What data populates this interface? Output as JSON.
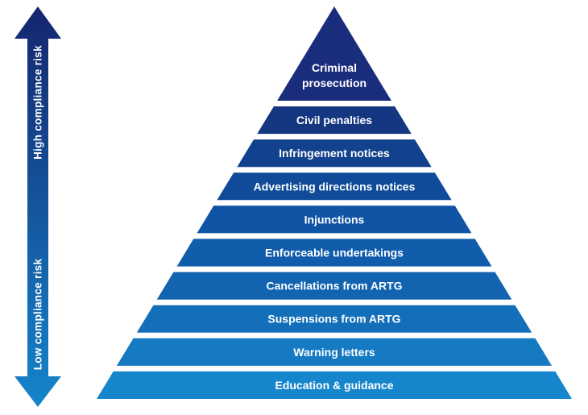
{
  "figure": {
    "background": "#ffffff",
    "label_text_color": "#ffffff"
  },
  "axis_arrow": {
    "top_label": "High compliance risk",
    "bottom_label": "Low compliance risk",
    "gradient_top_color": "#14256E",
    "gradient_bottom_color": "#1585CB"
  },
  "pyramid": {
    "tiers": [
      {
        "label": "Criminal prosecution",
        "lines": [
          "Criminal",
          "prosecution"
        ],
        "color": "#1A2C7C"
      },
      {
        "label": "Civil penalties",
        "color": "#153781"
      },
      {
        "label": "Infringement notices",
        "color": "#12418D"
      },
      {
        "label": "Advertising directions notices",
        "color": "#0F4B99"
      },
      {
        "label": "Injunctions",
        "color": "#1055A5"
      },
      {
        "label": "Enforceable undertakings",
        "color": "#115DAC"
      },
      {
        "label": "Cancellations from ARTG",
        "color": "#1264B1"
      },
      {
        "label": "Suspensions from ARTG",
        "color": "#136FB9"
      },
      {
        "label": "Warning letters",
        "color": "#157AC2"
      },
      {
        "label": "Education & guidance",
        "color": "#1686CC"
      }
    ]
  }
}
